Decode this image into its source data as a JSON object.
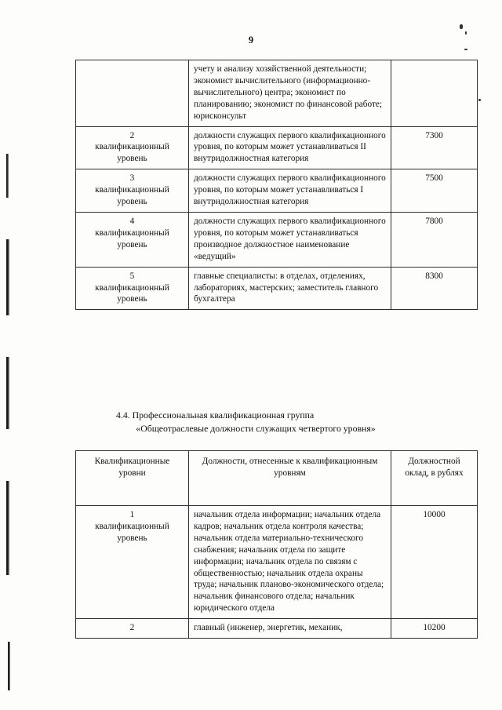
{
  "document": {
    "page_number": "9",
    "language": "ru"
  },
  "table_upper": {
    "rows": [
      {
        "level_number": "",
        "level_text": "",
        "description": "учету и анализу хозяйственной деятельности; экономист вычислительного (информационно-вычислительного) центра; экономист по планированию; экономист по финансовой работе; юрисконсульт",
        "salary": ""
      },
      {
        "level_number": "2",
        "level_text": "квалификационный уровень",
        "description": "должности служащих первого квалификационного уровня, по которым может устанавливаться II внутридолжностная категория",
        "salary": "7300"
      },
      {
        "level_number": "3",
        "level_text": "квалификационный уровень",
        "description": "должности служащих первого квалификационного уровня, по которым может устанавливаться I внутридолжностная категория",
        "salary": "7500"
      },
      {
        "level_number": "4",
        "level_text": "квалификационный уровень",
        "description": "должности служащих первого квалификационного уровня, по которым может устанавливаться производное должностное наименование «ведущий»",
        "salary": "7800"
      },
      {
        "level_number": "5",
        "level_text": "квалификационный уровень",
        "description": "главные специалисты: в отделах, отделениях, лабораториях, мастерских; заместитель главного бухгалтера",
        "salary": "8300"
      }
    ]
  },
  "section_heading": {
    "line1": "4.4. Профессиональная квалификационная группа",
    "line2": "«Общеотраслевые должности служащих четвертого уровня»"
  },
  "table_lower": {
    "headers": {
      "level": "Квалификационные уровни",
      "description": "Должности, отнесенные к квалификационным уровням",
      "salary": "Должностной оклад, в рублях"
    },
    "rows": [
      {
        "level_number": "1",
        "level_text": "квалификационный уровень",
        "description": "начальник отдела информации; начальник отдела кадров; начальник отдела контроля качества;  начальник отдела материально-технического снабжения; начальник отдела по защите информации; начальник отдела по связям с общественностью; начальник отдела охраны труда; начальник планово-экономического отдела; начальник финансового отдела; начальник юридического отдела",
        "salary": "10000"
      },
      {
        "level_number": "2",
        "level_text": "",
        "description": "главный (инженер, энергетик, механик,",
        "salary": "10200"
      }
    ]
  }
}
